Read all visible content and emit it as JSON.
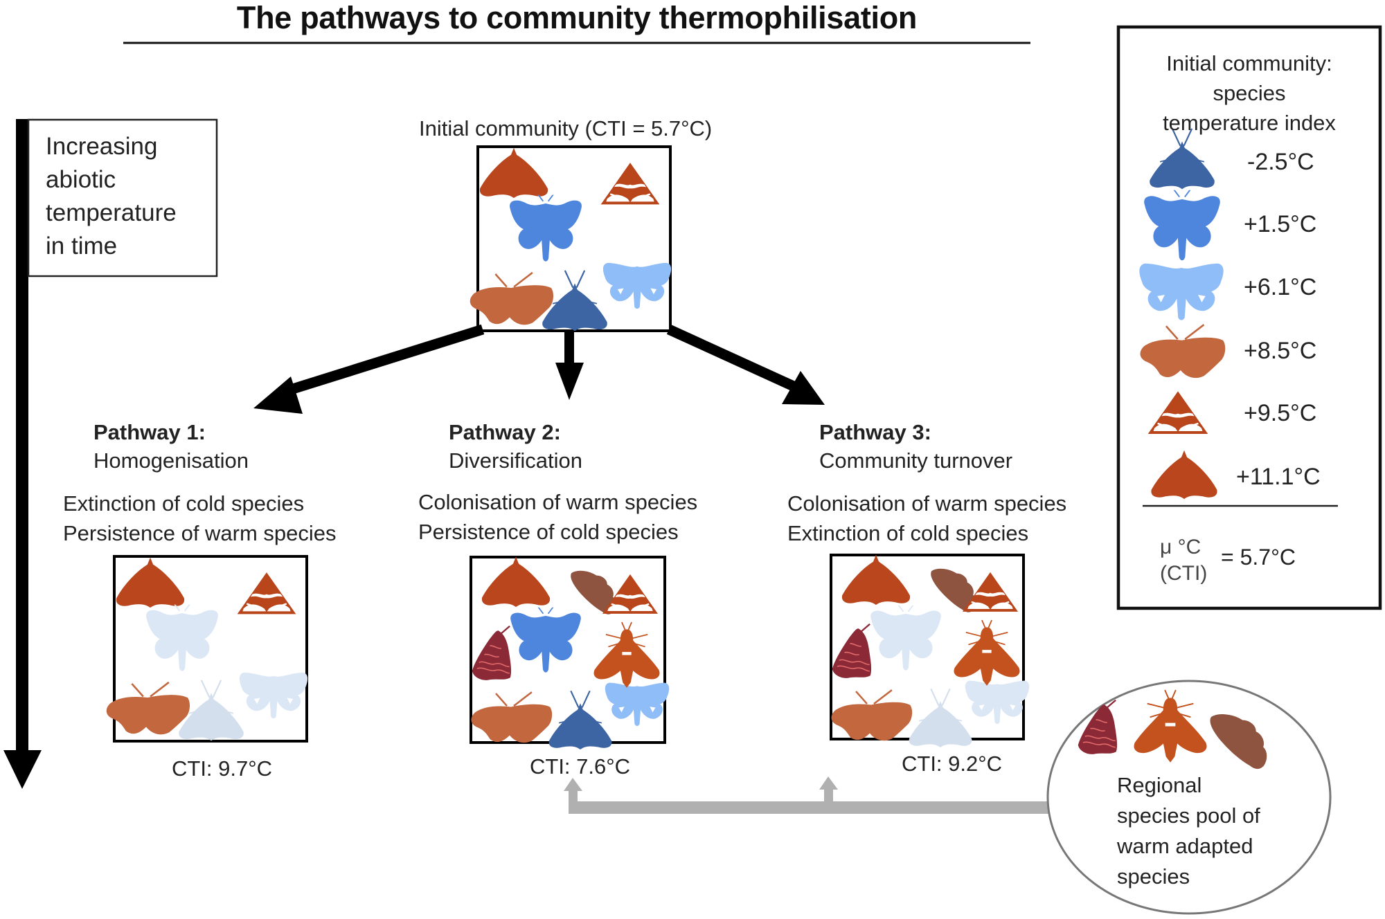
{
  "title": "The pathways to community thermophilisation",
  "time_axis": {
    "lines": [
      "Increasing",
      "abiotic",
      "temperature",
      "in time"
    ]
  },
  "initial_community": {
    "label": "Initial community (CTI = 5.7°C)",
    "species": [
      "sp_11_1",
      "sp_9_5",
      "sp_1_5",
      "sp_8_5",
      "sp_-2_5",
      "sp_6_1"
    ]
  },
  "pathways": [
    {
      "heading": "Pathway 1:",
      "name": "Homogenisation",
      "desc": [
        "Extinction of cold species",
        "Persistence of warm species"
      ],
      "cti": "CTI: 9.7°C",
      "faded_species": [
        "sp_1_5",
        "sp_-2_5",
        "sp_6_1"
      ],
      "colonisers": []
    },
    {
      "heading": "Pathway 2:",
      "name": "Diversification",
      "desc": [
        "Colonisation of warm species",
        "Persistence of cold species"
      ],
      "cti": "CTI: 7.6°C",
      "faded_species": [],
      "colonisers": [
        "crimson-moth",
        "hawk-moth",
        "brown-moth"
      ]
    },
    {
      "heading": "Pathway 3:",
      "name": "Community turnover",
      "desc": [
        "Colonisation of warm species",
        "Extinction of cold species"
      ],
      "cti": "CTI: 9.2°C",
      "faded_species": [
        "sp_1_5",
        "sp_-2_5",
        "sp_6_1"
      ],
      "colonisers": [
        "crimson-moth",
        "hawk-moth",
        "brown-moth"
      ]
    }
  ],
  "legend": {
    "title_lines": [
      "Initial community:",
      "species",
      "temperature index"
    ],
    "items": [
      {
        "species": "sp_-2_5",
        "value": "-2.5°C",
        "color": "#3d64a3"
      },
      {
        "species": "sp_1_5",
        "value": "+1.5°C",
        "color": "#4f86dd"
      },
      {
        "species": "sp_6_1",
        "value": "+6.1°C",
        "color": "#8fbdf7"
      },
      {
        "species": "sp_8_5",
        "value": "+8.5°C",
        "color": "#c2673e"
      },
      {
        "species": "sp_9_5",
        "value": "+9.5°C",
        "color": "#b9451a"
      },
      {
        "species": "sp_11_1",
        "value": "+11.1°C",
        "color": "#b9461c"
      }
    ],
    "mean_label_lines": [
      "μ °C",
      "(CTI)"
    ],
    "mean_value": "=  5.7°C"
  },
  "species_pool": {
    "lines": [
      "Regional",
      "species pool of",
      "warm adapted",
      "species"
    ],
    "colors": {
      "crimson": "#8b2a36",
      "hawk": "#c4521f",
      "brown": "#8e5440"
    }
  },
  "colors": {
    "faded_cold": "#dce7f5",
    "faded_cold_dark": "#d4dfee",
    "arrow": "#000000",
    "colonisation_arrow": "#b0b0b0"
  }
}
